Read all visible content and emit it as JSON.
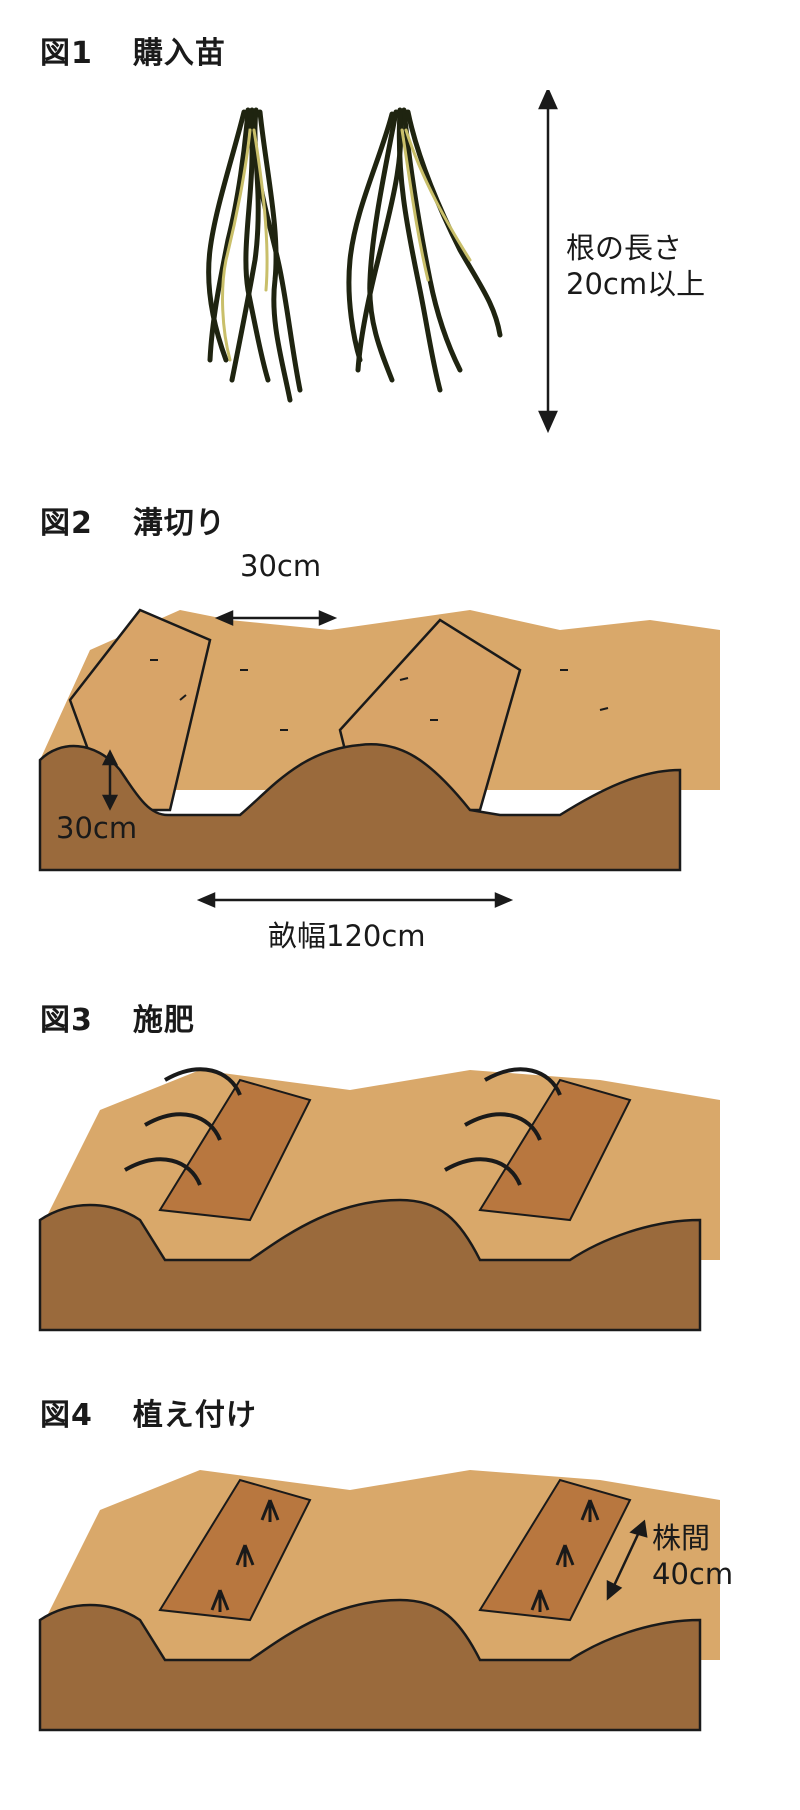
{
  "colors": {
    "soil_dark": "#9a6a3c",
    "soil_light": "#d9a86a",
    "soil_mid": "#c58e52",
    "trench_fill": "#b8773f",
    "outline": "#1a1a1a",
    "root_dark": "#1f2410",
    "root_light": "#c9bf6a"
  },
  "fig1": {
    "num": "図1",
    "title": "購入苗",
    "root_length_label_1": "根の長さ",
    "root_length_label_2": "20cm以上"
  },
  "fig2": {
    "num": "図2",
    "title": "溝切り",
    "trench_width": "30cm",
    "trench_depth": "30cm",
    "bed_width": "畝幅120cm"
  },
  "fig3": {
    "num": "図3",
    "title": "施肥"
  },
  "fig4": {
    "num": "図4",
    "title": "植え付け",
    "spacing_label_1": "株間",
    "spacing_label_2": "40cm"
  }
}
